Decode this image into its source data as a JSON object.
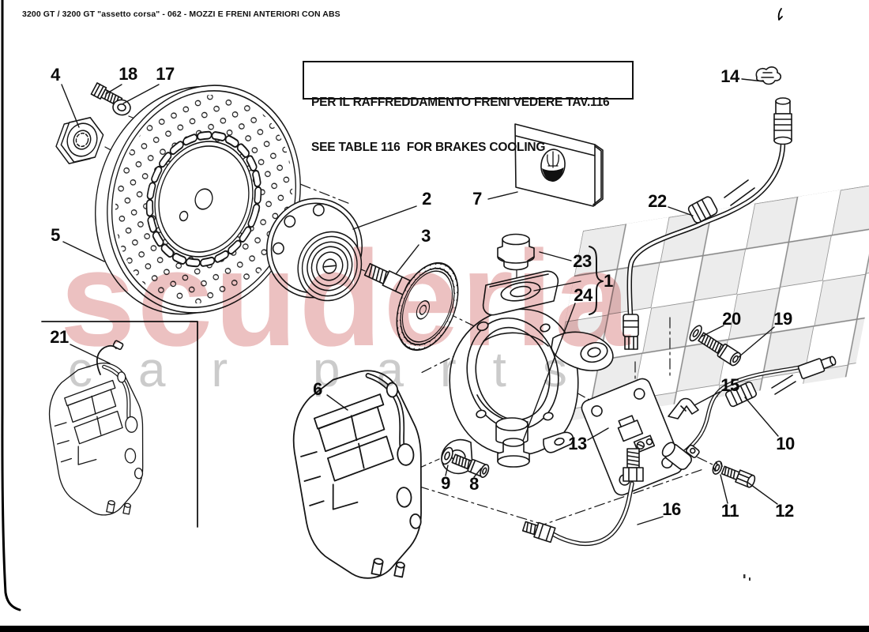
{
  "header": {
    "title": "3200 GT / 3200 GT \"assetto corsa\" - 062 - MOZZI E FRENI ANTERIORI CON ABS"
  },
  "notice": {
    "line1": "PER IL RAFFREDDAMENTO FRENI VEDERE TAV.116",
    "line2": "SEE TABLE 116  FOR BRAKES COOLING"
  },
  "watermark": {
    "brand": "scuderia",
    "sub_left": "car",
    "sub_right": "parts",
    "brand_color": "#c74848",
    "sub_color": "#7d7d7d",
    "checker_color": "#d9d9d9"
  },
  "callouts": {
    "p1": "1",
    "p2": "2",
    "p3": "3",
    "p4": "4",
    "p5": "5",
    "p6": "6",
    "p7": "7",
    "p8": "8",
    "p9": "9",
    "p10": "10",
    "p11": "11",
    "p12": "12",
    "p13": "13",
    "p14": "14",
    "p15": "15",
    "p16": "16",
    "p17": "17",
    "p18": "18",
    "p19": "19",
    "p20": "20",
    "p21": "21",
    "p22": "22",
    "p23": "23",
    "p24": "24"
  }
}
